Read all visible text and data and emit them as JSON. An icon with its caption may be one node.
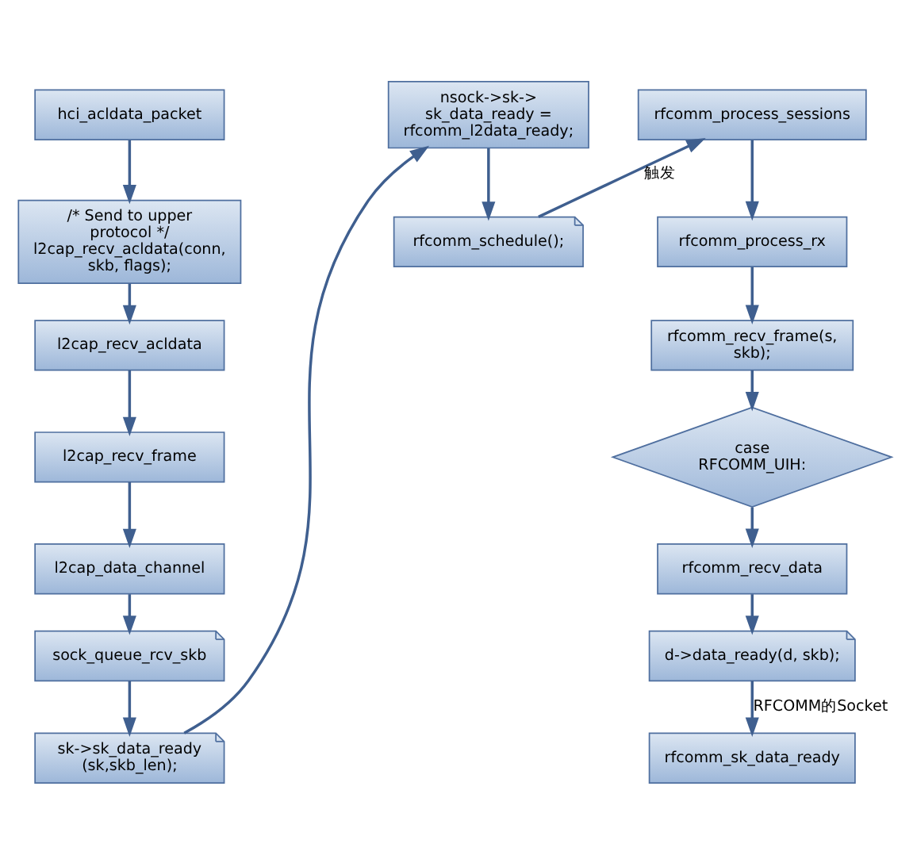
{
  "diagram": {
    "nodes": [
      {
        "text": [
          "hci_acldata_packet"
        ]
      },
      {
        "text": [
          "/* Send to upper protocol */ l2cap_recv_acldata(conn, skb, flags);"
        ]
      },
      {
        "text": [
          "l2cap_recv_acldata"
        ]
      },
      {
        "text": [
          "l2cap_recv_frame"
        ]
      },
      {
        "text": [
          "l2cap_data_channel"
        ]
      },
      {
        "text": [
          "sock_queue_rcv_skb"
        ]
      },
      {
        "text": [
          "sk->sk_data_ready (sk,skb_len);"
        ]
      },
      {
        "text": [
          "nsock->sk-> sk_data_ready = rfcomm_l2data_ready;"
        ]
      },
      {
        "text": [
          "rfcomm_schedule();"
        ]
      },
      {
        "text": [
          "rfcomm_process_sessions"
        ]
      },
      {
        "text": [
          "rfcomm_process_rx"
        ]
      },
      {
        "text": [
          "rfcomm_recv_frame(s, skb);"
        ]
      },
      {
        "text": [
          "case RFCOMM_UIH:"
        ]
      },
      {
        "text": [
          "rfcomm_recv_data"
        ]
      },
      {
        "text": [
          "d->data_ready(d, skb);"
        ]
      },
      {
        "text": [
          "rfcomm_sk_data_ready"
        ]
      }
    ],
    "edges": [
      {
        "from": 0,
        "to": 1,
        "arrow": "to"
      },
      {
        "from": 1,
        "to": 2,
        "arrow": "to"
      },
      {
        "from": 2,
        "to": 3,
        "arrow": "to"
      },
      {
        "from": 3,
        "to": 4,
        "arrow": "to"
      },
      {
        "from": 4,
        "to": 5,
        "arrow": "to"
      },
      {
        "from": 5,
        "to": 6,
        "arrow": "to"
      },
      {
        "from": 6,
        "to": 7,
        "arrow": "to"
      },
      {
        "from": 7,
        "to": 8,
        "arrow": "to"
      },
      {
        "from": 8,
        "to": 9,
        "label": "触发",
        "arrow": "to"
      },
      {
        "from": 9,
        "to": 10,
        "arrow": "to"
      },
      {
        "from": 10,
        "to": 11,
        "arrow": "to"
      },
      {
        "from": 11,
        "to": 12,
        "arrow": "to"
      },
      {
        "from": 12,
        "to": 13,
        "arrow": "to"
      },
      {
        "from": 13,
        "to": 14,
        "arrow": "to"
      },
      {
        "from": 14,
        "to": 15,
        "label": "RFCOMM的Socket",
        "arrow": "to"
      }
    ]
  }
}
